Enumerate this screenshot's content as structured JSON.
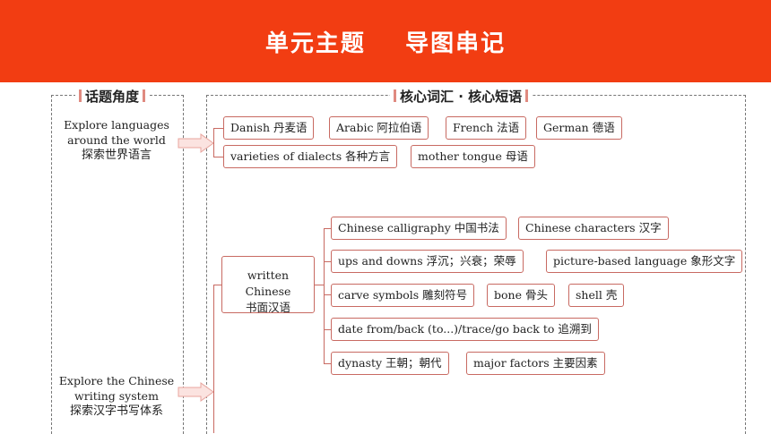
{
  "banner": {
    "title": "单元主题    导图串记",
    "color": "#f23d12"
  },
  "left_header": "话题角度",
  "right_header": "核心词汇 · 核心短语",
  "angles": [
    {
      "en_line1": "Explore languages",
      "en_line2": "around the world",
      "zh": "探索世界语言"
    },
    {
      "en_line1": "Explore the Chinese",
      "en_line2": "writing system",
      "zh": "探索汉字书写体系"
    }
  ],
  "group1": {
    "row1": [
      "Danish 丹麦语",
      "Arabic 阿拉伯语",
      "French 法语",
      "German 德语"
    ],
    "row2": [
      "varieties of dialects 各种方言",
      "mother tongue 母语"
    ]
  },
  "group2": {
    "node_en": "written Chinese",
    "node_zh": "书面汉语",
    "rows": [
      [
        "Chinese calligraphy 中国书法",
        "Chinese characters 汉字"
      ],
      [
        "ups and downs 浮沉；兴衰；荣辱",
        "picture-based language 象形文字"
      ],
      [
        "carve symbols 雕刻符号",
        "bone 骨头",
        "shell 壳"
      ],
      [
        "date from/back (to...)/trace/go back to 追溯到"
      ],
      [
        "dynasty 王朝；朝代",
        "major factors 主要因素"
      ]
    ]
  }
}
